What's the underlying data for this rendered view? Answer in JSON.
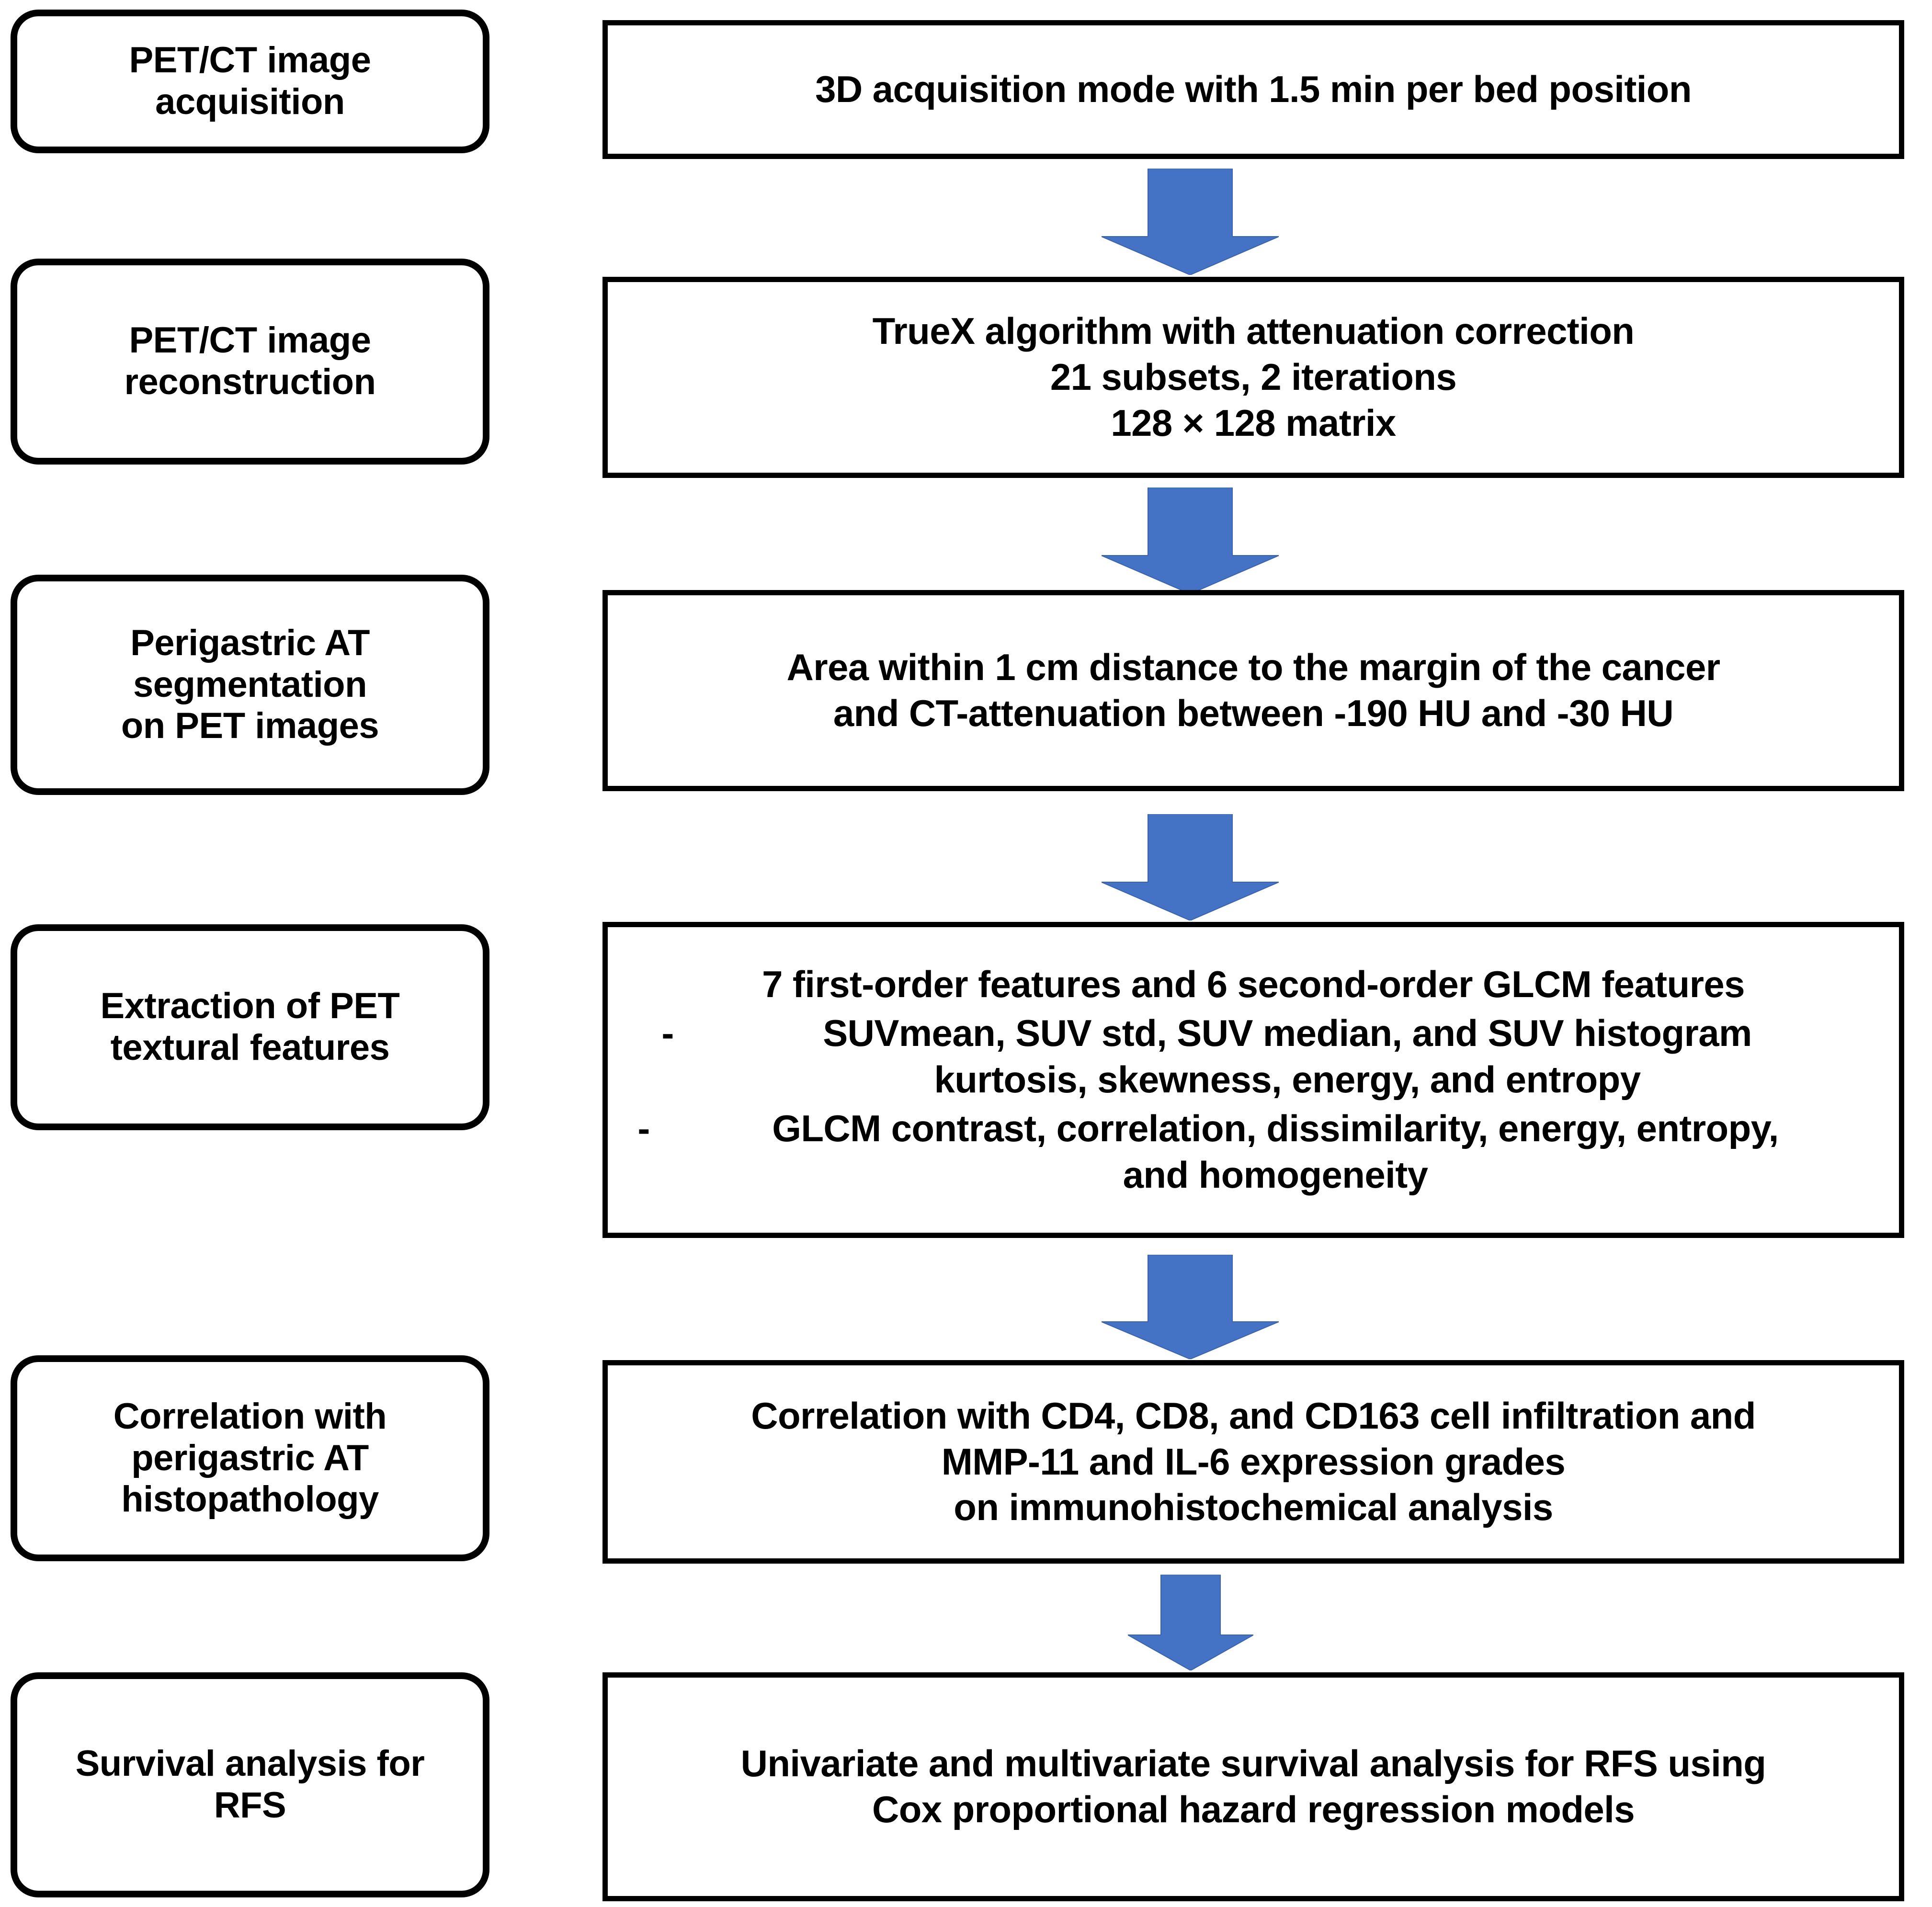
{
  "figure": {
    "type": "flowchart",
    "orientation": "vertical",
    "accent_color": "#4472C4",
    "line_color": "#000000",
    "background_color": "#FFFFFF"
  },
  "stages": [
    {
      "label": "PET/CT image\nacquisition",
      "detail": "3D acquisition mode with 1.5 min per bed position"
    },
    {
      "label": "PET/CT image\nreconstruction",
      "detail": "TrueX algorithm with attenuation correction\n21 subsets, 2 iterations\n128 × 128 matrix"
    },
    {
      "label": "Perigastric AT\nsegmentation\non PET images",
      "detail": "Area within 1 cm distance to the margin of the cancer\nand CT-attenuation between -190 HU and -30 HU"
    },
    {
      "label": "Extraction of PET\ntextural features",
      "detail_heading": "7 first-order features and 6 second-order GLCM features",
      "detail_bullets": [
        {
          "marker": "-",
          "text": "SUVmean, SUV std, SUV median, and SUV histogram\nkurtosis, skewness, energy, and entropy"
        },
        {
          "marker": "-",
          "text": "GLCM contrast, correlation, dissimilarity, energy, entropy,\nand homogeneity"
        }
      ]
    },
    {
      "label": "Correlation with\nperigastric AT\nhistopathology",
      "detail": "Correlation with CD4, CD8, and CD163 cell infiltration and\nMMP-11 and IL-6 expression grades\non immunohistochemical analysis"
    },
    {
      "label": "Survival analysis for\nRFS",
      "detail": "Univariate and multivariate survival analysis for RFS using\nCox proportional hazard regression models"
    }
  ],
  "connectors": [
    {
      "name": "arrow-1",
      "direction": "down"
    },
    {
      "name": "arrow-2",
      "direction": "down"
    },
    {
      "name": "arrow-3",
      "direction": "down"
    },
    {
      "name": "arrow-4",
      "direction": "down"
    },
    {
      "name": "arrow-5",
      "direction": "down"
    }
  ]
}
